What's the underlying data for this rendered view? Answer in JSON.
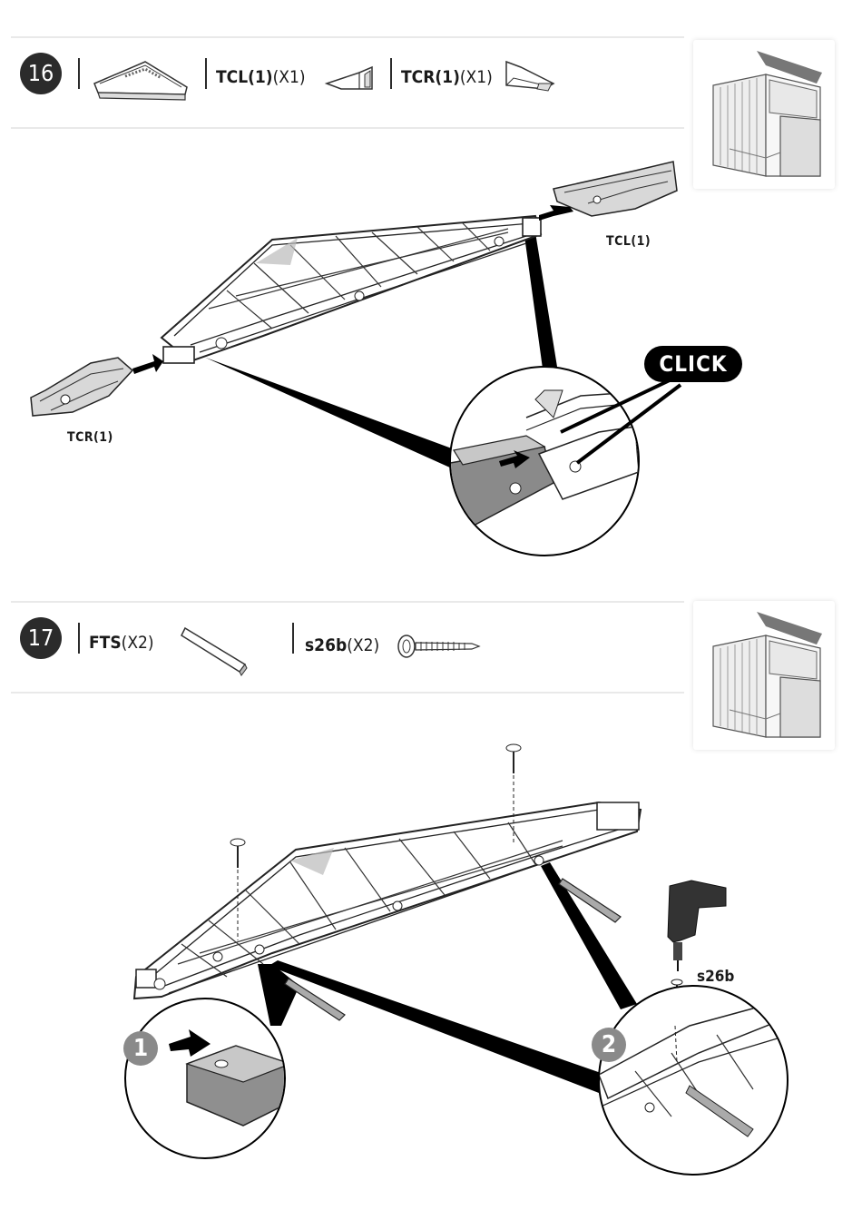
{
  "step16": {
    "number": "16",
    "part1_code": "TCL(1)",
    "part1_qty": "(X1)",
    "part2_code": "TCR(1)",
    "part2_qty": "(X1)",
    "callout_tcl": "TCL(1)",
    "callout_tcr": "TCR(1)",
    "click": "CLICK"
  },
  "step17": {
    "number": "17",
    "part1_code": "FTS",
    "part1_qty": "(X2)",
    "part2_code": "s26b",
    "part2_qty": "(X2)",
    "screw_label": "s26b",
    "detail1": "1",
    "detail2": "2"
  }
}
